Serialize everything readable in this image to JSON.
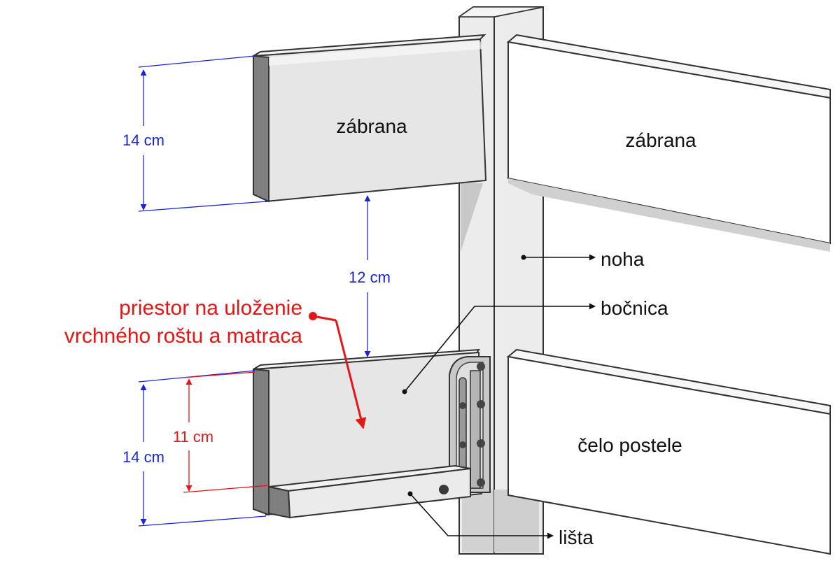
{
  "labels": {
    "rail_top": "zábrana",
    "rail_right": "zábrana",
    "leg": "noha",
    "side_board": "bočnica",
    "headboard": "čelo postele",
    "strip": "lišta"
  },
  "space_note": {
    "line1": "priestor na uloženie",
    "line2": "vrchného roštu a matraca"
  },
  "dimensions": {
    "rail_height": "14 cm",
    "gap": "12 cm",
    "board_height": "14 cm",
    "inner_height": "11 cm"
  },
  "colors": {
    "dimension_blue": "#1a25d6",
    "annotation_red": "#e41616",
    "panel_fill": "#e6e6e6",
    "edge_dark": "#808080"
  }
}
